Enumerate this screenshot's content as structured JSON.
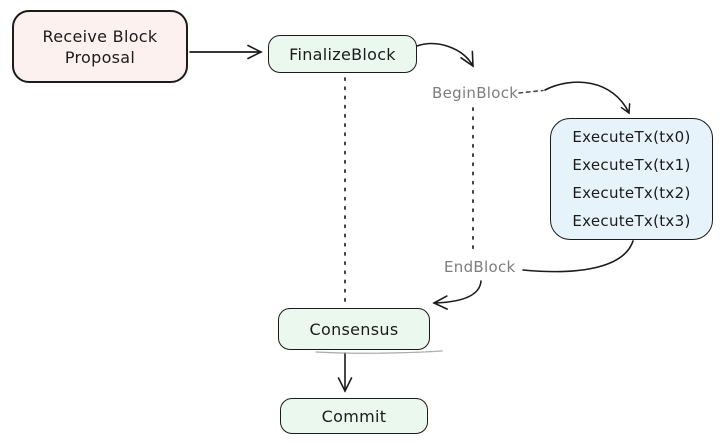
{
  "diagram": {
    "nodes": {
      "receive_block_proposal": {
        "line1": "Receive Block",
        "line2": "Proposal",
        "fill": "#fdf1ef"
      },
      "finalize_block": {
        "label": "FinalizeBlock",
        "fill": "#eaf8ee"
      },
      "execute_tx": {
        "line1": "ExecuteTx(tx0)",
        "line2": "ExecuteTx(tx1)",
        "line3": "ExecuteTx(tx2)",
        "line4": "ExecuteTx(tx3)",
        "fill": "#e7f3fb"
      },
      "consensus": {
        "label": "Consensus",
        "fill": "#eaf8ee"
      },
      "commit": {
        "label": "Commit",
        "fill": "#eaf8ee"
      }
    },
    "phase_labels": {
      "begin_block": "BeginBlock",
      "end_block": "EndBlock"
    },
    "edges": [
      {
        "from": "receive-block-proposal",
        "to": "finalize-block",
        "line": "solid",
        "arrowhead": true
      },
      {
        "from": "finalize-block",
        "to": "begin-block-label",
        "line": "curved",
        "arrowhead": true
      },
      {
        "from": "begin-block-label",
        "to": "execute-tx",
        "line": "curved-dash-start",
        "arrowhead": true
      },
      {
        "from": "execute-tx",
        "to": "end-block-label",
        "line": "curved",
        "arrowhead": false
      },
      {
        "from": "end-block-label",
        "to": "consensus",
        "line": "curved",
        "arrowhead": true
      },
      {
        "from": "consensus",
        "to": "commit",
        "line": "solid",
        "arrowhead": true
      },
      {
        "from": "finalize-block",
        "to": "consensus",
        "line": "dotted",
        "arrowhead": false
      },
      {
        "from": "begin-block-label",
        "to": "end-block-label",
        "line": "dotted",
        "arrowhead": false
      }
    ],
    "colors": {
      "stroke": "#1b1b1b",
      "node_pink": "#fdf1ef",
      "node_green": "#eaf8ee",
      "node_blue": "#e7f3fb",
      "phase_label_gray": "#7d7d7d",
      "background": "#ffffff"
    }
  }
}
